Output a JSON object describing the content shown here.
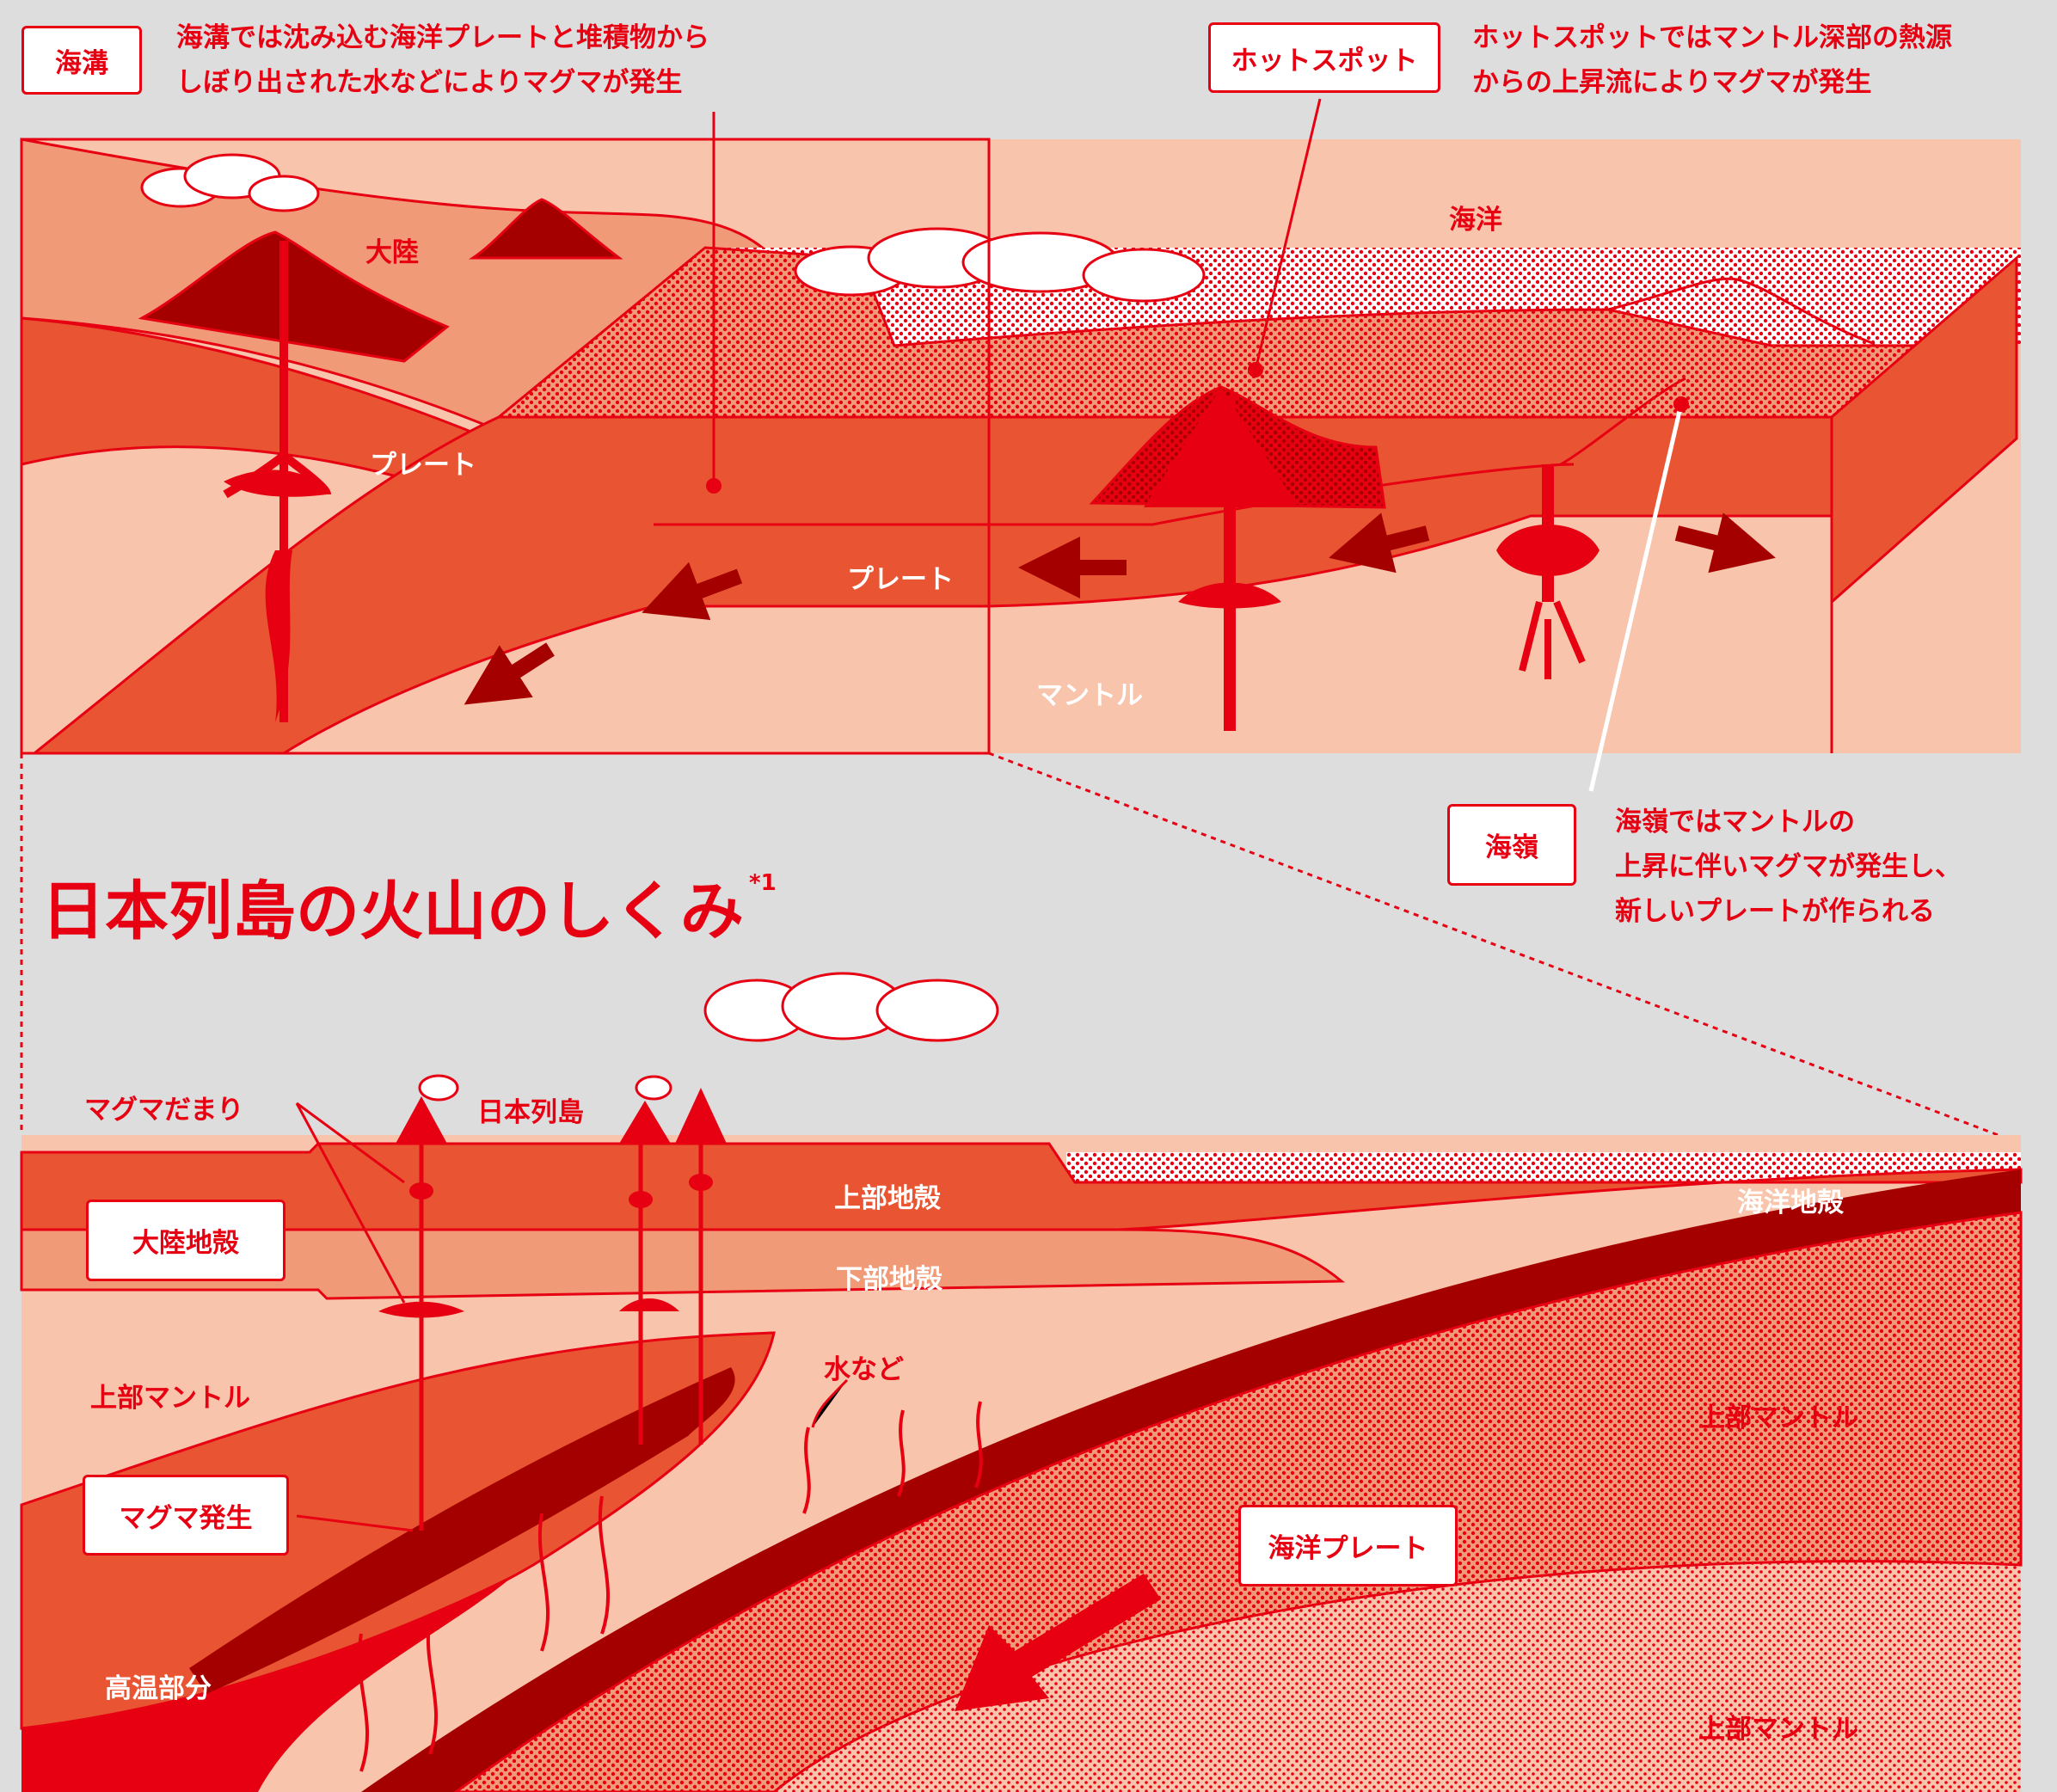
{
  "title": "日本列島の火山のしくみ",
  "title_footnote": "*1",
  "top_section": {
    "trench": {
      "tag": "海溝",
      "note_lines": [
        "海溝では沈み込む海洋プレートと堆積物から",
        "しぼり出された水などによりマグマが発生"
      ]
    },
    "hotspot": {
      "tag": "ホットスポット",
      "note_lines": [
        "ホットスポットではマントル深部の熱源",
        "からの上昇流によりマグマが発生"
      ]
    },
    "ridge": {
      "tag": "海嶺",
      "note_lines": [
        "海嶺ではマントルの",
        "上昇に伴いマグマが発生し、",
        "新しいプレートが作られる"
      ]
    },
    "labels": {
      "ocean": "海洋",
      "continent": "大陸",
      "plate_left": "プレート",
      "plate_center": "プレート",
      "mantle": "マントル"
    }
  },
  "bottom_section": {
    "labels": {
      "magma_chamber": "マグマだまり",
      "japan_islands": "日本列島",
      "upper_crust": "上部地殻",
      "lower_crust": "下部地殻",
      "oceanic_crust": "海洋地殻",
      "upper_mantle_left": "上部マントル",
      "water_etc": "水など",
      "upper_mantle_right": "上部マントル",
      "high_temp": "高温部分",
      "upper_mantle_bottom": "上部マントル"
    },
    "tags": {
      "continental_crust": "大陸地殻",
      "magma_generation": "マグマ発生",
      "oceanic_plate": "海洋プレート"
    }
  },
  "colors": {
    "background": "#dddddd",
    "red": "#e60012",
    "dark_red": "#a50000",
    "orange": "#e95532",
    "salmon": "#f19a78",
    "pale": "#f8c4ab",
    "white": "#ffffff"
  }
}
